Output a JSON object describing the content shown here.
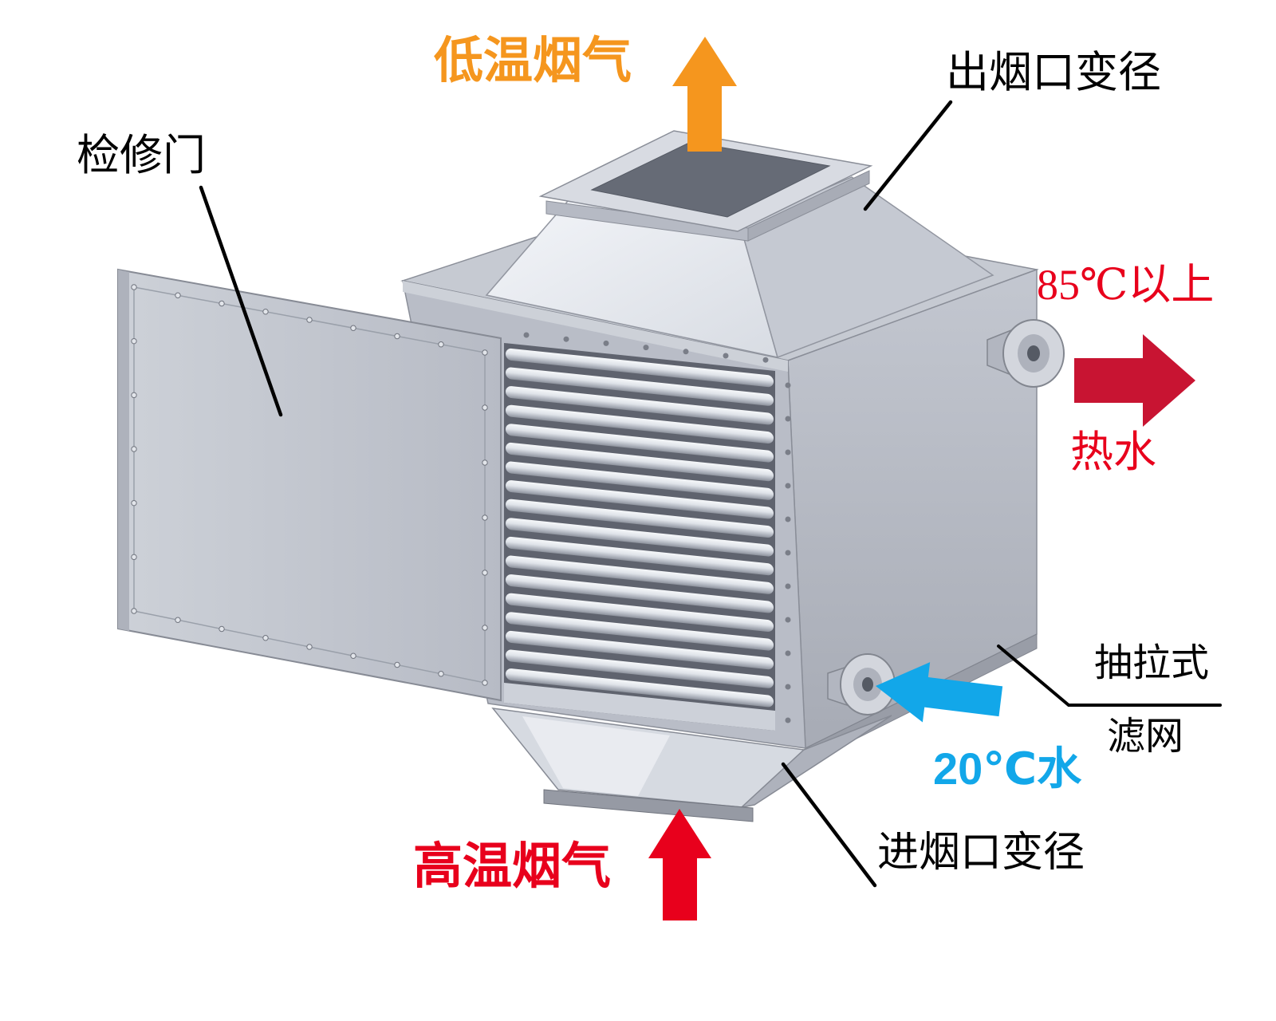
{
  "diagram": {
    "labels": {
      "low_temp_flue_gas": "低温烟气",
      "outlet_reducer": "出烟口变径",
      "access_door": "检修门",
      "hot_water_temp": "85℃以上",
      "hot_water": "热水",
      "pull_out": "抽拉式",
      "filter_screen": "滤网",
      "cold_water": "20℃水",
      "inlet_reducer": "进烟口变径",
      "high_temp_flue_gas": "高温烟气"
    },
    "colors": {
      "orange": "#F5961E",
      "red": "#E8001C",
      "crimson": "#C81432",
      "blue": "#12A7E9",
      "line": "#000000"
    }
  }
}
